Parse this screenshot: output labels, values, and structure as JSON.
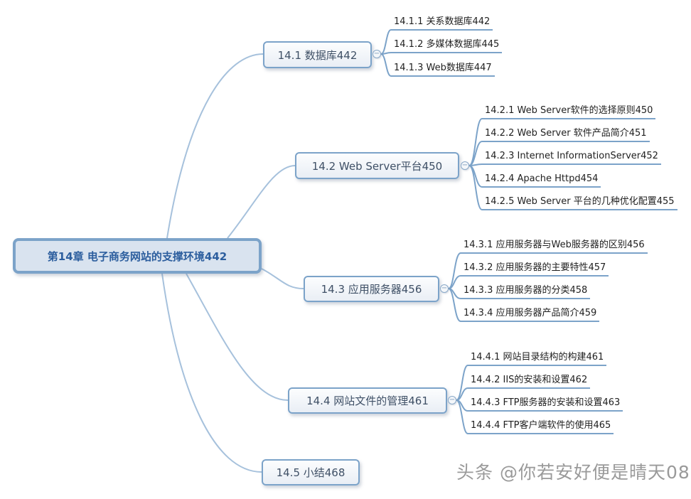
{
  "root": {
    "label": "第14章  电子商务网站的支撑环境442"
  },
  "branches": [
    {
      "label": "14.1  数据库442",
      "children": [
        "14.1.1  关系数据库442",
        "14.1.2  多媒体数据库445",
        "14.1.3  Web数据库447"
      ]
    },
    {
      "label": "14.2  Web Server平台450",
      "children": [
        "14.2.1  Web Server软件的选择原则450",
        "14.2.2  Web Server 软件产品简介451",
        "14.2.3  Internet InformationServer452",
        "14.2.4  Apache Httpd454",
        "14.2.5  Web Server 平台的几种优化配置455"
      ]
    },
    {
      "label": "14.3  应用服务器456",
      "children": [
        "14.3.1  应用服务器与Web服务器的区别456",
        "14.3.2  应用服务器的主要特性457",
        "14.3.3  应用服务器的分类458",
        "14.3.4  应用服务器产品简介459"
      ]
    },
    {
      "label": "14.4  网站文件的管理461",
      "children": [
        "14.4.1  网站目录结构的构建461",
        "14.4.2  IIS的安装和设置462",
        "14.4.3  FTP服务器的安装和设置463",
        "14.4.4  FTP客户端软件的使用465"
      ]
    },
    {
      "label": "14.5  小结468",
      "children": []
    }
  ],
  "collapse_icon": "−",
  "watermark": "头条 @你若安好便是晴天08",
  "colors": {
    "branch_line": "#a6c1dc",
    "topic_border": "#7ca3c9",
    "root_fill": "#d9e3ef",
    "root_text": "#2c5e9e"
  }
}
